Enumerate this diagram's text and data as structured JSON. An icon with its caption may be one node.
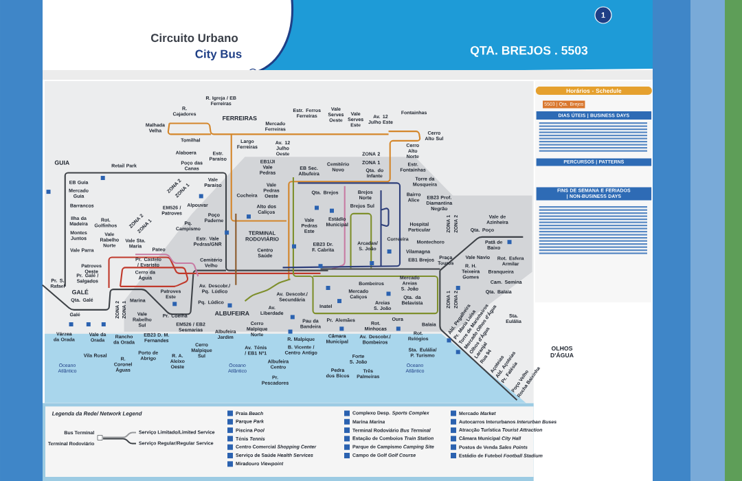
{
  "diagram": {
    "title": "Circuito Urbano",
    "labels": [
      "City Bus",
      "1",
      "QTA. BREJOS . 5503",
      "Horários - Schedule",
      "5503 | Qta. Brejos",
      "DIAS ÚTEIS | BUSINESS DAYS",
      "PERCURSOS | PATTERNS",
      "FINS DE SEMANA E FERIADOS | NON-BUSINESS DAYS",
      "FERREIRAS",
      "R. Cajadores",
      "R. Igreja / EB Ferreiras",
      "Malhada Velha",
      "Largo Ferreiras",
      "Mercado Ferreiras",
      "Av. 12 Julho Oeste",
      "Estr. Ferros Ferreiras",
      "Vale Serves Oeste",
      "Vale Serves Este",
      "Av. 12 Julho Este",
      "Fontainhas",
      "Cerro Alto Sul",
      "Tomilhal",
      "Estr. Paraíso",
      "Cerro Alto Norte",
      "Estr. Fontainhas",
      "ZONA 2",
      "ZONA 1",
      "Torre da Mosqueira",
      "Brejos Norte",
      "GUIA",
      "Retail Park",
      "Alaboera",
      "Poço das Canas",
      "EB1/JI Vale Pedras",
      "EB Sec. Albufeira",
      "Cemitério Novo",
      "Qta. Brejos",
      "ZONA 2",
      "ZONA 1",
      "EB Guia",
      "Mercado Guia",
      "Barrancos",
      "Ilha da Madeira",
      "Montes Juntos",
      "Vale Parra",
      "Vale Rabelho Norte",
      "Vale Rabelho Sul",
      "Vale Paraíso",
      "Vale Pedras Este",
      "Brejos Sul",
      "Bairro Alice",
      "Vale Pedras Oeste",
      "Alpouvar",
      "TERMINAL RODOVIÁRIO",
      "Qta. do Infante",
      "Poço Paderne",
      "Hospital Particular",
      "EB23 Prof. Diamantina Negrão",
      "Pq. Campismo",
      "Cocheira",
      "Alto dos Caliços",
      "Montechoro",
      "Estádio Municipal",
      "EB23 Dr. F. Cabrita",
      "ZONA 2",
      "ZONA 1",
      "ZONA 1",
      "ZONA 2",
      "Qta. Poço",
      "Vale de Azinheira",
      "Patã de Baixo",
      "Vilamagna",
      "R. H. Teixeira Gomes",
      "Centro Saúde",
      "Vale Sta. Maria",
      "Estr. Vale Pedras/GNR",
      "Vale Navio",
      "Bombeiros",
      "Qta. da Belavista",
      "Correeira",
      "Cerro da Águia",
      "Patroves Oeste",
      "Pateo",
      "Branqueira",
      "Mercado Caliços",
      "Cam. Semina",
      "Av. Descobr./ Pq. Lúdico",
      "Arcadas/ S. João",
      "Praça Touros",
      "Rot. Esfera Armilar",
      "EB1 Brejos",
      "Patroves Este",
      "Vale da Orada",
      "EM526 / Patroves",
      "Qta. Balaia",
      "EM526 / EB2 Sesmarias",
      "Rot. Golfinhos",
      "Rot. Minhocas",
      "Pq. Lúdico",
      "Albufeira Jardim",
      "Rot. Relógios",
      "Cerro Malpique Norte",
      "Av. Liberdade",
      "Rancho da Orada",
      "Av. Descobr./ Secundária",
      "Av. Descobr./ Bombeiros",
      "Mercado Areias S. João",
      "EB23 D. M. Fernandes",
      "GALÉ",
      "Câmara Municipal",
      "Av. Ténis / EB1 Nº1",
      "B. Vicente / Centro Antigo",
      "Cerro Malpique Sul",
      "Sta. Eulália/ P. Turismo",
      "Galé",
      "Qta. Galé",
      "R. Malpique",
      "Cemitério Velho",
      "Vila Rosal",
      "Várzea da Orada",
      "ZONA 2",
      "ZONA 1",
      "Marina",
      "Inatel",
      "Forte S. João",
      "Areias S. João",
      "R. A. Aleixo Oeste",
      "Pr. Galé / Salgados",
      "Porto de Abrigo",
      "R. Coronel Águas",
      "ALBUFEIRA",
      "Albufeira Centro",
      "ZONA 1",
      "ZONA 2",
      "Pr. Castelo / Evaristo",
      "Pr. Coelha",
      "Pr. S. Rafael",
      "Oura",
      "Pedra dos Bicos",
      "Pr. Alemães",
      "Três Palmeiras",
      "Sta. Eulália",
      "Pau da Bandeira",
      "Balaia",
      "Pr. Pescadores",
      "Oceano Atlântico",
      "Oceano Atlântico",
      "Oceano Atlântico",
      "Ald. Pegalheira",
      "Pr. Maria Luísa",
      "Torre de Marinheiros",
      "Mercado Olhos d'Água",
      "Olhos d'Água",
      "Laranjal",
      "Rua 94",
      "Açoteias",
      "Ald. Açoteias",
      "Pr. Falésia",
      "Poço Velho",
      "Rocha Baixinha",
      "OLHOS D'ÁGUA",
      "Legenda da Rede/ Network Legend",
      "Bus Terminal",
      "Terminal Rodoviário"
    ],
    "legend": [
      {
        "text": "Serviço Limitado/Limited Service"
      },
      {
        "text": "Serviço Regular/Regular Service"
      },
      {
        "text": "Praia *Beach*"
      },
      {
        "text": "Parque *Park*"
      },
      {
        "text": "Piscina *Pool*"
      },
      {
        "text": "Ténis *Tennis*"
      },
      {
        "text": "Centro Comercial *Shopping Center*"
      },
      {
        "text": "Serviço de Saúde *Health Services*"
      },
      {
        "text": "Miradouro *Viewpoint*"
      },
      {
        "text": "Complexo Desp. *Sports Complex*"
      },
      {
        "text": "Marina *Marina*"
      },
      {
        "text": "Terminal Rodoviário *Bus Terminal*"
      },
      {
        "text": "Estação de Comboios *Train Station*"
      },
      {
        "text": "Parque de Campismo *Camping Site*"
      },
      {
        "text": "Campo de Golf *Golf Course*"
      },
      {
        "text": "Mercado *Market*"
      },
      {
        "text": "Autocarros Interurbanos *Interurban Buses*"
      },
      {
        "text": "Atracção Turística *Tourist Attraction*"
      },
      {
        "text": "Câmara Municipal *City Hall*"
      },
      {
        "text": "Postos de Venda *Sales Points*"
      },
      {
        "text": "Estádio de Futebol *Football Stadium*"
      }
    ]
  }
}
